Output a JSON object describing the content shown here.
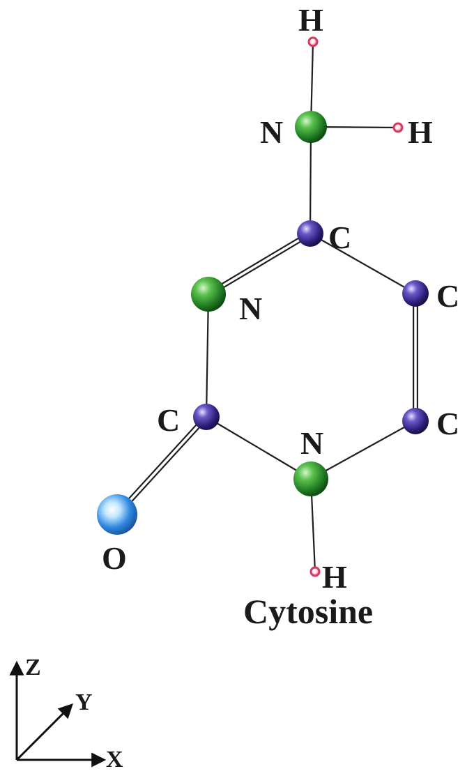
{
  "molecule": {
    "name": "Cytosine",
    "atoms": [
      {
        "id": "H1",
        "element": "H",
        "label": "H"
      },
      {
        "id": "N4",
        "element": "N",
        "label": "N"
      },
      {
        "id": "H2",
        "element": "H",
        "label": "H"
      },
      {
        "id": "C4",
        "element": "C",
        "label": "C"
      },
      {
        "id": "N3",
        "element": "N",
        "label": "N"
      },
      {
        "id": "C5",
        "element": "C",
        "label": "C"
      },
      {
        "id": "C2",
        "element": "C",
        "label": "C"
      },
      {
        "id": "C6",
        "element": "C",
        "label": "C"
      },
      {
        "id": "N1",
        "element": "N",
        "label": "N"
      },
      {
        "id": "O2",
        "element": "O",
        "label": "O"
      },
      {
        "id": "H3",
        "element": "H",
        "label": "H"
      }
    ],
    "bonds": [
      {
        "from": "N4",
        "to": "H1",
        "order": 1
      },
      {
        "from": "N4",
        "to": "H2",
        "order": 1
      },
      {
        "from": "N4",
        "to": "C4",
        "order": 1
      },
      {
        "from": "C4",
        "to": "N3",
        "order": 2
      },
      {
        "from": "C4",
        "to": "C5",
        "order": 1
      },
      {
        "from": "N3",
        "to": "C2",
        "order": 1
      },
      {
        "from": "C5",
        "to": "C6",
        "order": 2
      },
      {
        "from": "C2",
        "to": "N1",
        "order": 1
      },
      {
        "from": "C6",
        "to": "N1",
        "order": 1
      },
      {
        "from": "C2",
        "to": "O2",
        "order": 2
      },
      {
        "from": "N1",
        "to": "H3",
        "order": 1
      }
    ]
  },
  "element_colors": {
    "H": "#d9385e",
    "C": "#3a2b8c",
    "N": "#2a8a2a",
    "O": "#2f7fd6"
  },
  "axes": {
    "z_label": "Z",
    "y_label": "Y",
    "x_label": "X"
  }
}
